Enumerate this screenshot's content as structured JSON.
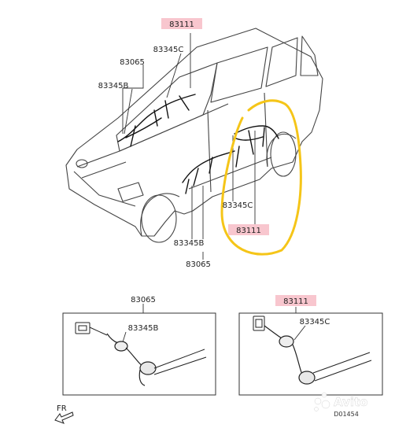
{
  "labels": {
    "top_highlight": "83111",
    "top_83345c": "83345C",
    "top_83065": "83065",
    "top_83345b": "83345B",
    "right_83345c": "83345C",
    "right_83111": "83111",
    "bottom_83345b": "83345B",
    "bottom_83065": "83065"
  },
  "detail_left": {
    "title": "83065",
    "part": "83345B"
  },
  "detail_right": {
    "title": "83111",
    "part": "83345C"
  },
  "fr_label": "FR",
  "figure_code": "D01454",
  "watermark": "Avito",
  "colors": {
    "highlight": "#f8c6ce",
    "circle": "#f5c518",
    "line": "#333333"
  }
}
